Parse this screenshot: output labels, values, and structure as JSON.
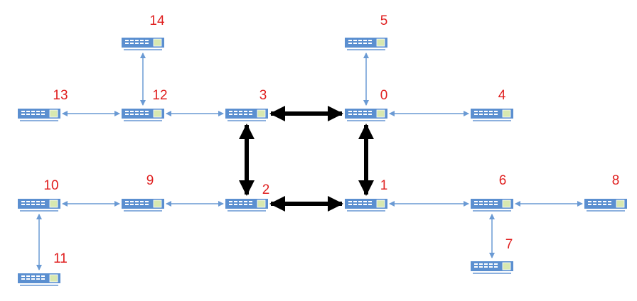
{
  "diagram": {
    "nodes": [
      "0",
      "1",
      "2",
      "3",
      "4",
      "5",
      "6",
      "7",
      "8",
      "9",
      "10",
      "11",
      "12",
      "13",
      "14"
    ],
    "links": [
      {
        "a": "3",
        "b": "0",
        "style": "bold"
      },
      {
        "a": "3",
        "b": "2",
        "style": "bold"
      },
      {
        "a": "0",
        "b": "1",
        "style": "bold"
      },
      {
        "a": "2",
        "b": "1",
        "style": "bold"
      },
      {
        "a": "14",
        "b": "12",
        "style": "thin"
      },
      {
        "a": "5",
        "b": "0",
        "style": "thin"
      },
      {
        "a": "13",
        "b": "12",
        "style": "thin"
      },
      {
        "a": "12",
        "b": "3",
        "style": "thin"
      },
      {
        "a": "0",
        "b": "4",
        "style": "thin"
      },
      {
        "a": "10",
        "b": "9",
        "style": "thin"
      },
      {
        "a": "9",
        "b": "2",
        "style": "thin"
      },
      {
        "a": "1",
        "b": "6",
        "style": "thin"
      },
      {
        "a": "6",
        "b": "8",
        "style": "thin"
      },
      {
        "a": "10",
        "b": "11",
        "style": "thin"
      },
      {
        "a": "6",
        "b": "7",
        "style": "thin"
      }
    ],
    "colors": {
      "label": "#e02020",
      "switch": "#5b8fd0",
      "thin_link": "#6a9ad4",
      "bold_link": "#000000"
    }
  }
}
